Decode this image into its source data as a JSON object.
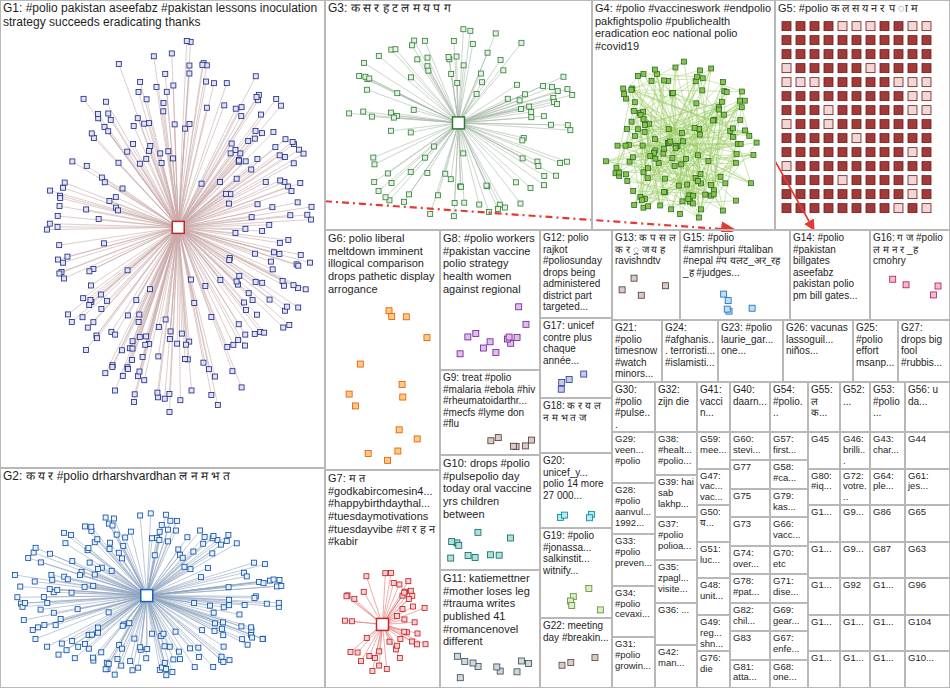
{
  "diagram": {
    "nodes": [
      {
        "text": [
          "G1: #polio pakistan aseefabz #pakistan lessons inoculation strategy succeeds eradicating thanks"
        ]
      },
      {
        "text": [
          "G3: क स र ह ट ल म य प ग"
        ]
      },
      {
        "text": [
          "G4: #polio #vaccineswork #endpolio pakfightspolio #publichealth eradication eoc national polio #covid19"
        ]
      },
      {
        "text": [
          "G5: #polio क ल स य न र प ा म"
        ]
      },
      {
        "text": [
          "G2: क य र #polio drharshvardhan ल न म भ त"
        ]
      },
      {
        "text": [
          "G6: polio liberal meltdown imminent illogical comparison drops pathetic display arrogance"
        ]
      },
      {
        "text": [
          "G8: #polio workers #pakistan vaccine polio strategy health women against regional"
        ]
      },
      {
        "text": [
          "G12: polio rajkot #poliosunday drops being administered district part targeted..."
        ]
      },
      {
        "text": [
          "G13: क प स ल क र ु ज य ह ravishndtv"
        ]
      },
      {
        "text": [
          "G15: #polio #amrishpuri #taliban #nepal #प यलट_अर_रह _ह #judges..."
        ]
      },
      {
        "text": [
          "G14: #polio #pakistan billgates aseefabz pakistan polio pm bill gates..."
        ]
      },
      {
        "text": [
          "G16: ग ज #polio ल म न र _ह cmohry"
        ]
      },
      {
        "text": [
          "G7: म त #godkabircomesin4... #happybirthdaythal... #tuesdaymotivations #tuesdayvibe #श र ह न #kabir"
        ]
      },
      {
        "text": [
          "G9: treat #polio #malaria #ebola #hiv #rheumatoidarthr... #mecfs #lyme don #flu"
        ]
      },
      {
        "text": [
          "G10: drops #polio #pulsepolio day today oral vaccine yrs children between"
        ]
      },
      {
        "text": [
          "G11: katiemettner #mother loses leg #trauma writes published 41 #romancenovel different"
        ]
      },
      {
        "text": [
          "G17: unicef contre plus chaque année..."
        ]
      },
      {
        "text": [
          "G18: क र य ल न म भ त ज"
        ]
      },
      {
        "text": [
          "G20: unicef_y... polio 14 more 27 000..."
        ]
      },
      {
        "text": [
          "G19: #polio #jonassa... salkinstit... witnify..."
        ]
      },
      {
        "text": [
          "G22: meeting day #breakin..."
        ]
      },
      {
        "text": [
          "G21: #polio timesnow #watch minors..."
        ]
      },
      {
        "text": [
          "G24: #afghanis... terroristi... #islamisti..."
        ]
      },
      {
        "text": [
          "G23: #polio laurie_gar... one..."
        ]
      },
      {
        "text": [
          "G26: vacunas lassoguil... niños..."
        ]
      },
      {
        "text": [
          "G25: #polio effort msanp..."
        ]
      },
      {
        "text": [
          "G27: drops big fool #rubbis..."
        ]
      },
      {
        "text": [
          "G30: #polio #pulse..."
        ]
      },
      {
        "text": [
          "G32: zijn die"
        ]
      },
      {
        "text": [
          "G41: vaccin..."
        ]
      },
      {
        "text": [
          "G40: daarn..."
        ]
      },
      {
        "text": [
          "G54: #polio..."
        ]
      },
      {
        "text": [
          "G55: ल क..."
        ]
      },
      {
        "text": [
          "G52: ..."
        ]
      },
      {
        "text": [
          "G53: #polio..."
        ]
      },
      {
        "text": [
          "G56: u da..."
        ]
      },
      {
        "text": [
          "G29: veen... #polio"
        ]
      },
      {
        "text": [
          "G28: #polio aanvul... 1992..."
        ]
      },
      {
        "text": [
          "G33: #polio preven..."
        ]
      },
      {
        "text": [
          "G34: #polio cevaxi..."
        ]
      },
      {
        "text": [
          "G31: #polio growin..."
        ]
      },
      {
        "text": [
          "G38: #healt... #polio..."
        ]
      },
      {
        "text": [
          "G39: hai sab lakhp..."
        ]
      },
      {
        "text": [
          "G37: #polio polioa..."
        ]
      },
      {
        "text": [
          "G35: zpagl... visite..."
        ]
      },
      {
        "text": [
          "G36: ..."
        ]
      },
      {
        "text": [
          "G42: man..."
        ]
      },
      {
        "text": [
          "G59: mee..."
        ]
      },
      {
        "text": [
          "G47: vac... vac..."
        ]
      },
      {
        "text": [
          "G50: य..."
        ]
      },
      {
        "text": [
          "G51: luc..."
        ]
      },
      {
        "text": [
          "G48: unit..."
        ]
      },
      {
        "text": [
          "G49: reg... shn..."
        ]
      },
      {
        "text": [
          "G76: die"
        ]
      },
      {
        "text": [
          "G60: stevi..."
        ]
      },
      {
        "text": [
          "G77"
        ]
      },
      {
        "text": [
          "G75"
        ]
      },
      {
        "text": [
          "G73"
        ]
      },
      {
        "text": [
          "G74: over..."
        ]
      },
      {
        "text": [
          "G78: #pat..."
        ]
      },
      {
        "text": [
          "G82: chil..."
        ]
      },
      {
        "text": [
          "G83"
        ]
      },
      {
        "text": [
          "G81: atta..."
        ]
      },
      {
        "text": [
          "G57: first..."
        ]
      },
      {
        "text": [
          "G58: #ca..."
        ]
      },
      {
        "text": [
          "G79: kas..."
        ]
      },
      {
        "text": [
          "G66: vacc..."
        ]
      },
      {
        "text": [
          "G70: etc"
        ]
      },
      {
        "text": [
          "G71: dise..."
        ]
      },
      {
        "text": [
          "G69: gear..."
        ]
      },
      {
        "text": [
          "G67: enfe..."
        ]
      },
      {
        "text": [
          "G68: one..."
        ]
      },
      {
        "text": [
          "G45"
        ]
      },
      {
        "text": [
          "G80: #iq..."
        ]
      },
      {
        "text": [
          "G1..."
        ]
      },
      {
        "text": [
          "G1..."
        ]
      },
      {
        "text": [
          "G1..."
        ]
      },
      {
        "text": [
          "G1..."
        ]
      },
      {
        "text": [
          "G1..."
        ]
      },
      {
        "text": [
          "G46: brilli..."
        ]
      },
      {
        "text": [
          "G72: votre..."
        ]
      },
      {
        "text": [
          "G9..."
        ]
      },
      {
        "text": [
          "G9..."
        ]
      },
      {
        "text": [
          "G92"
        ]
      },
      {
        "text": [
          "G1..."
        ]
      },
      {
        "text": [
          "G1..."
        ]
      },
      {
        "text": [
          "G43: char..."
        ]
      },
      {
        "text": [
          "G64: ple..."
        ]
      },
      {
        "text": [
          "G86"
        ]
      },
      {
        "text": [
          "G87"
        ]
      },
      {
        "text": [
          "G1..."
        ]
      },
      {
        "text": [
          "G1..."
        ]
      },
      {
        "text": [
          "G1..."
        ]
      },
      {
        "text": [
          "G44"
        ]
      },
      {
        "text": [
          "G61: jes..."
        ]
      },
      {
        "text": [
          "G65"
        ]
      },
      {
        "text": [
          "G63"
        ]
      },
      {
        "text": [
          "G96"
        ]
      },
      {
        "text": [
          "G104"
        ]
      },
      {
        "text": [
          "G10..."
        ]
      }
    ],
    "edges": [
      {
        "from": 0,
        "to": 9,
        "arrow": "to"
      },
      {
        "from": 2,
        "to": 10,
        "arrow": "to"
      }
    ]
  }
}
